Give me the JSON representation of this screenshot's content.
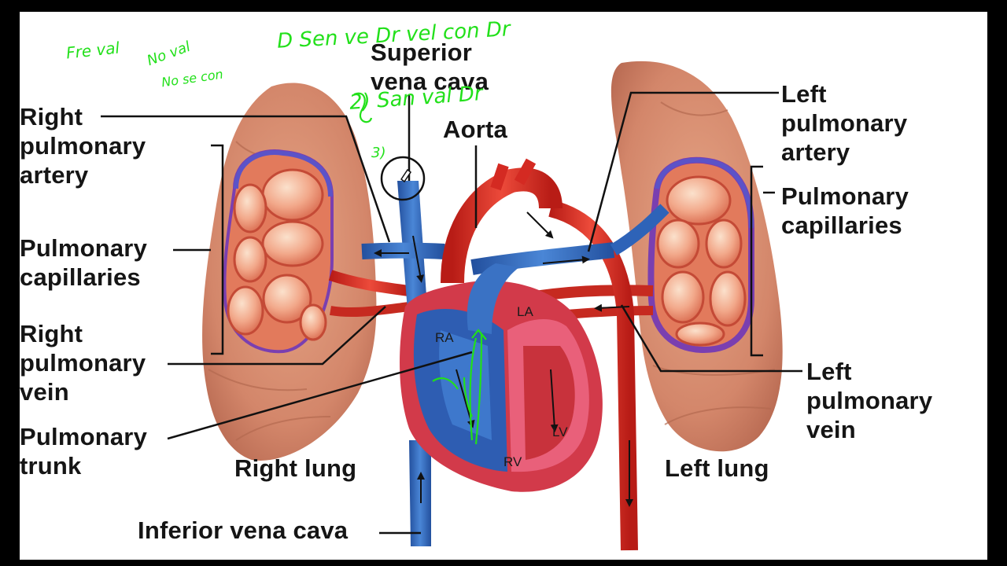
{
  "labels": {
    "superior_vena_cava": [
      "Superior",
      "vena cava"
    ],
    "aorta": "Aorta",
    "right_pulmonary_artery": [
      "Right",
      "pulmonary",
      "artery"
    ],
    "right_pulmonary_capillaries": [
      "Pulmonary",
      "capillaries"
    ],
    "right_pulmonary_vein": [
      "Right",
      "pulmonary",
      "vein"
    ],
    "pulmonary_trunk": [
      "Pulmonary",
      "trunk"
    ],
    "right_lung": "Right lung",
    "inferior_vena_cava": "Inferior vena cava",
    "left_pulmonary_artery": [
      "Left",
      "pulmonary",
      "artery"
    ],
    "left_pulmonary_capillaries": [
      "Pulmonary",
      "capillaries"
    ],
    "left_pulmonary_vein": [
      "Left",
      "pulmonary",
      "vein"
    ],
    "left_lung": "Left lung"
  },
  "chambers": {
    "ra": "RA",
    "la": "LA",
    "rv": "RV",
    "lv": "LV"
  },
  "annotations": {
    "note_1a": "Fre val",
    "note_1b": "No val",
    "note_1c": "No se con",
    "note_2": "D Sen ve Dr vel con Dr",
    "note_3": "2) San val Dr",
    "note_4": "3)"
  },
  "colors": {
    "lung": "#d88a6a",
    "artery": "#d42a22",
    "vein": "#2e63b8",
    "annotation_ink": "#22e01a",
    "label_text": "#151515"
  }
}
